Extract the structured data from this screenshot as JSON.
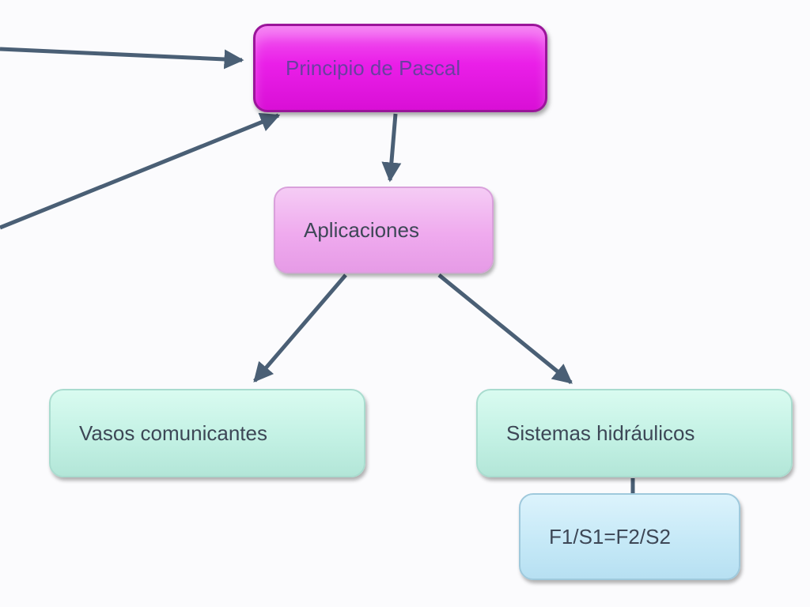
{
  "diagram": {
    "nodes": {
      "pascal": "Principio de Pascal",
      "aplicaciones": "Aplicaciones",
      "vasos": "Vasos comunicantes",
      "sistemas": "Sistemas hidráulicos",
      "formula": "F1/S1=F2/S2"
    },
    "colors": {
      "arrow": "#4a5f75",
      "pascal_fill": "#ea1fe8",
      "aplicaciones_fill": "#efaaee",
      "teal_fill": "#c3f1e4",
      "blue_fill": "#c6e9f7"
    }
  }
}
